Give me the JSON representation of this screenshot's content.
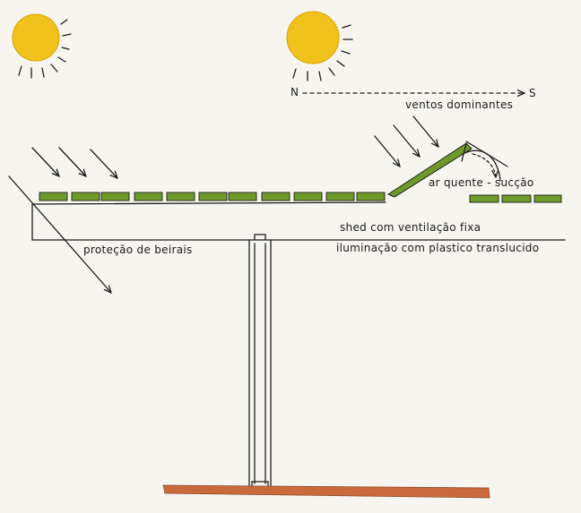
{
  "labels": {
    "north": "N",
    "south": "S",
    "winds": "ventos dominantes",
    "hot_air": "ar quente - sucção",
    "shed": "shed com ventilação fixa",
    "lighting": "iluminação com plastico translucido",
    "eaves": "proteção de beirais"
  },
  "colors": {
    "sun": "#f1c21b",
    "sun_outline": "#d9a400",
    "tile_green": "#6f9a2a",
    "ground": "#c96a3c",
    "ink": "#1c1c1c",
    "paper": "#f7f5f0"
  },
  "icons": [
    "sun-icon",
    "sun-icon",
    "wind-arrow-icon"
  ]
}
